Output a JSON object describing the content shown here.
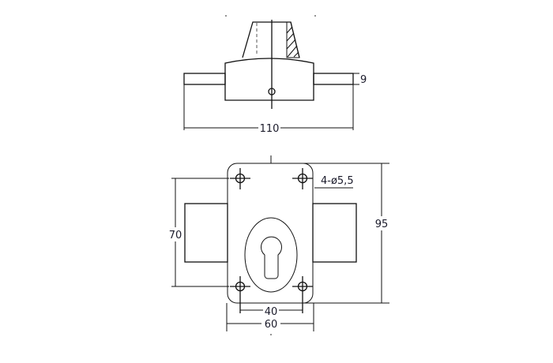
{
  "top_view": {
    "dim_width": "110",
    "dim_bar_height": "9"
  },
  "front_view": {
    "dim_height_left": "70",
    "dim_height_right": "95",
    "dim_hole_spacing": "40",
    "dim_plate_width": "60",
    "hole_callout": "4-ø5,5"
  },
  "colors": {
    "line": "#111111",
    "bolt_fill": "#dcdcdc",
    "text": "#1a1a2a"
  }
}
